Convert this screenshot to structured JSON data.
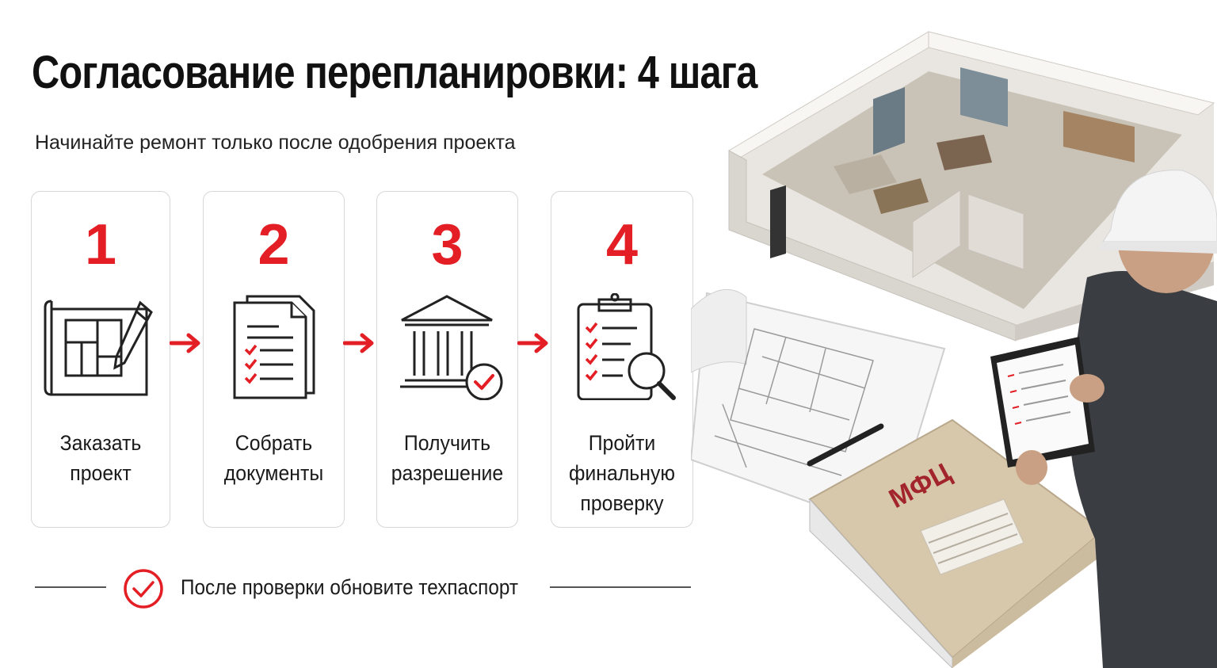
{
  "title": "Согласование перепланировки: 4 шага",
  "subtitle": "Начинайте ремонт только после одобрения проекта",
  "steps": [
    {
      "number": "1",
      "label": "Заказать\nпроект",
      "icon": "blueprint-pencil-icon"
    },
    {
      "number": "2",
      "label": "Собрать\nдокументы",
      "icon": "documents-checklist-icon"
    },
    {
      "number": "3",
      "label": "Получить\nразрешение",
      "icon": "government-building-check-icon"
    },
    {
      "number": "4",
      "label": "Пройти\nфинальную\nпроверку",
      "icon": "clipboard-magnifier-icon"
    }
  ],
  "footer": {
    "text": "После проверки обновите техпаспорт",
    "icon": "check-circle-icon"
  },
  "illustration": {
    "folder_label": "МФЦ"
  },
  "colors": {
    "accent": "#e31e24",
    "text": "#111111",
    "card_border": "#d7d7d7",
    "folder": "#d8c8ab"
  }
}
